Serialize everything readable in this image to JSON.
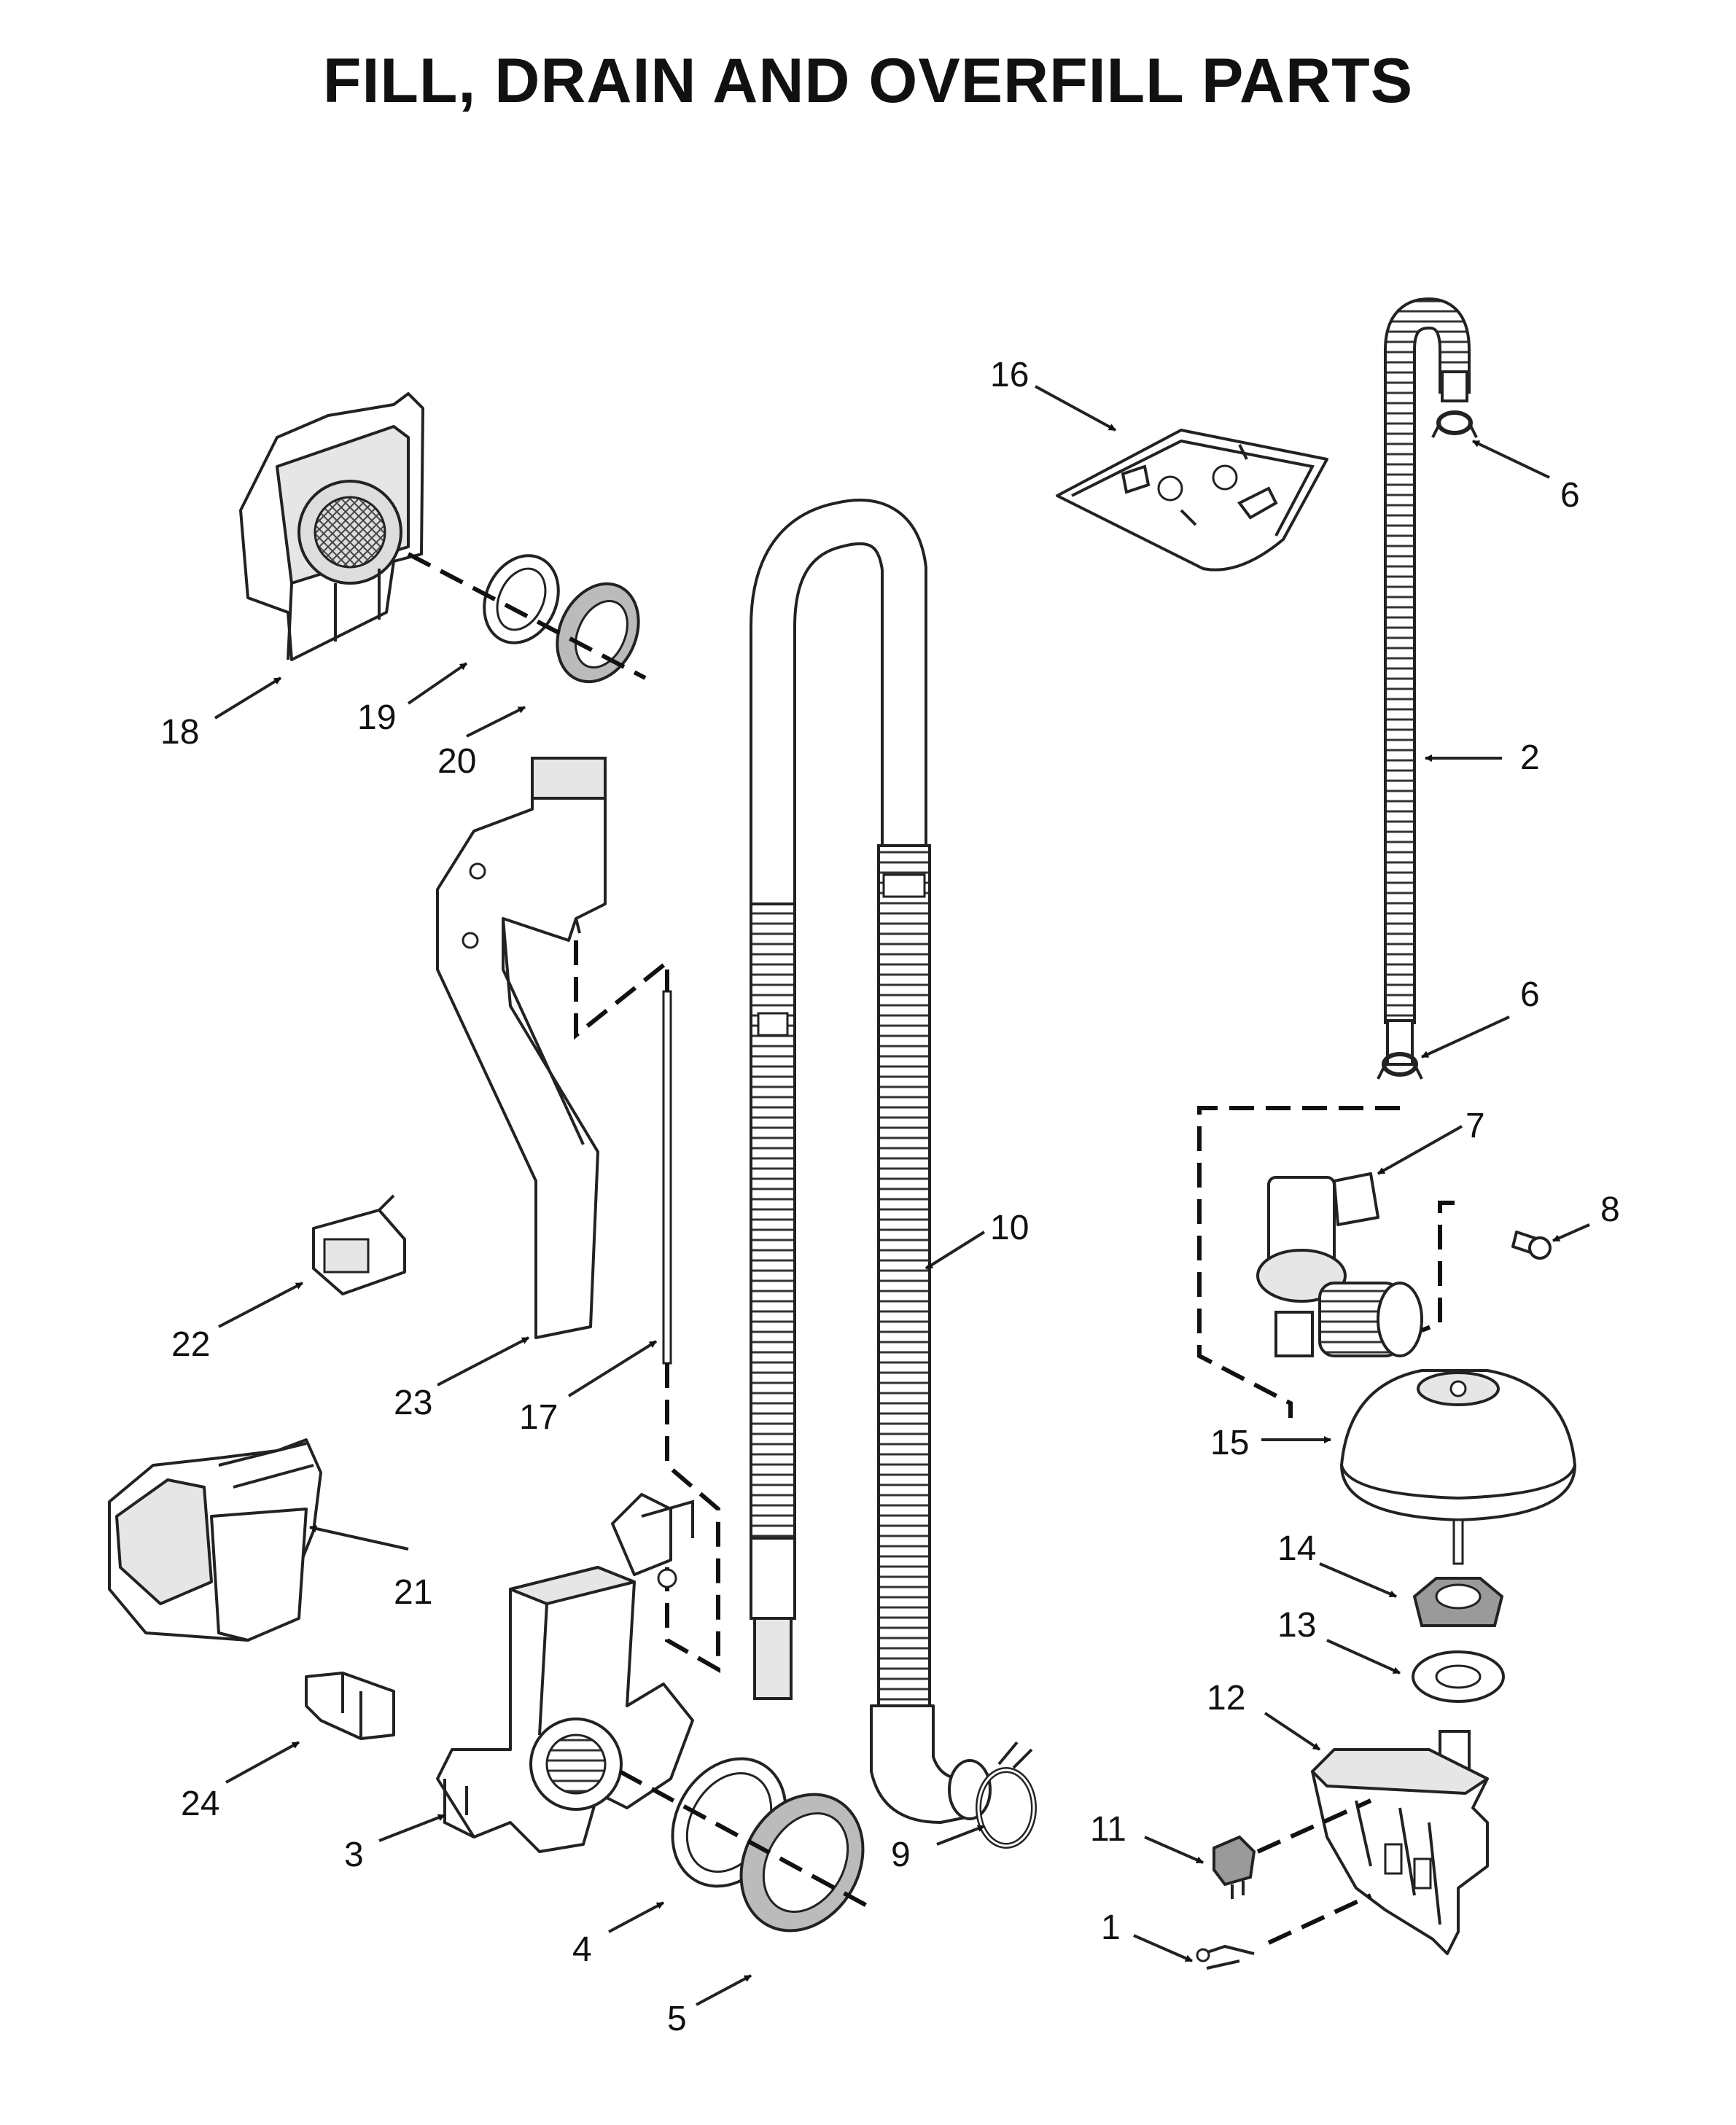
{
  "title": "FILL, DRAIN AND OVERFILL PARTS",
  "callouts": [
    {
      "id": "16",
      "label": "16"
    },
    {
      "id": "6a",
      "label": "6"
    },
    {
      "id": "2",
      "label": "2"
    },
    {
      "id": "6b",
      "label": "6"
    },
    {
      "id": "7",
      "label": "7"
    },
    {
      "id": "8",
      "label": "8"
    },
    {
      "id": "10",
      "label": "10"
    },
    {
      "id": "15",
      "label": "15"
    },
    {
      "id": "14",
      "label": "14"
    },
    {
      "id": "13",
      "label": "13"
    },
    {
      "id": "12",
      "label": "12"
    },
    {
      "id": "11",
      "label": "11"
    },
    {
      "id": "1",
      "label": "1"
    },
    {
      "id": "9",
      "label": "9"
    },
    {
      "id": "18",
      "label": "18"
    },
    {
      "id": "19",
      "label": "19"
    },
    {
      "id": "20",
      "label": "20"
    },
    {
      "id": "22",
      "label": "22"
    },
    {
      "id": "23",
      "label": "23"
    },
    {
      "id": "17",
      "label": "17"
    },
    {
      "id": "21",
      "label": "21"
    },
    {
      "id": "24",
      "label": "24"
    },
    {
      "id": "3",
      "label": "3"
    },
    {
      "id": "4",
      "label": "4"
    },
    {
      "id": "5",
      "label": "5"
    }
  ]
}
